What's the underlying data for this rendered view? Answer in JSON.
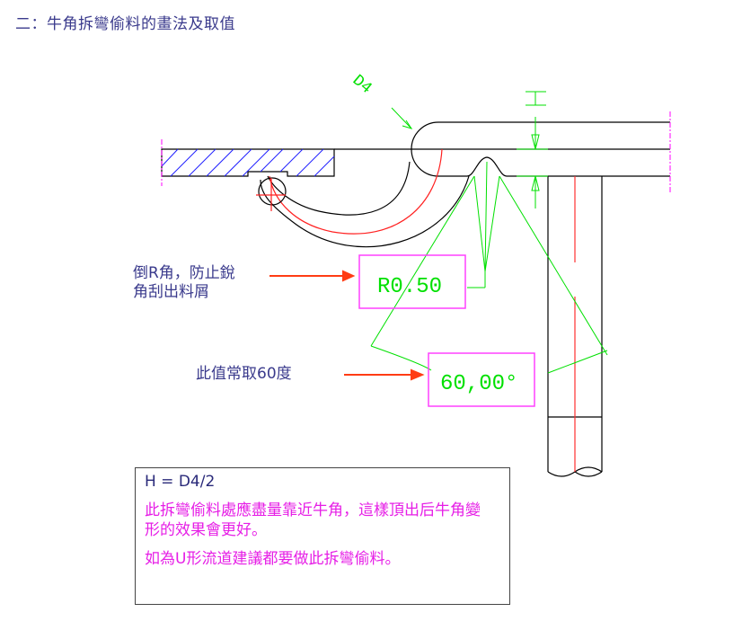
{
  "title": "二：牛角拆彎偷料的畫法及取值",
  "drawing": {
    "dim_diameter": "D4",
    "dim_height": "H",
    "radius_value": "R0.50",
    "angle_value": "60,00°",
    "colors": {
      "outline": "#000000",
      "centerline": "#ff0000",
      "dimension": "#00e000",
      "hatch": "#0000ff",
      "box": "#ff40ff",
      "arrow": "#ff3c14"
    }
  },
  "annotations": {
    "radius_note_line1": "倒R角，防止銳",
    "radius_note_line2": "角刮出料屑",
    "angle_note": "此值常取60度"
  },
  "note_box": {
    "formula": "H = D4/2",
    "paragraph1": "此拆彎偷料處應盡量靠近牛角，這樣頂出后牛角變形的效果會更好。",
    "paragraph2": "如為U形流道建議都要做此拆彎偷料。"
  }
}
